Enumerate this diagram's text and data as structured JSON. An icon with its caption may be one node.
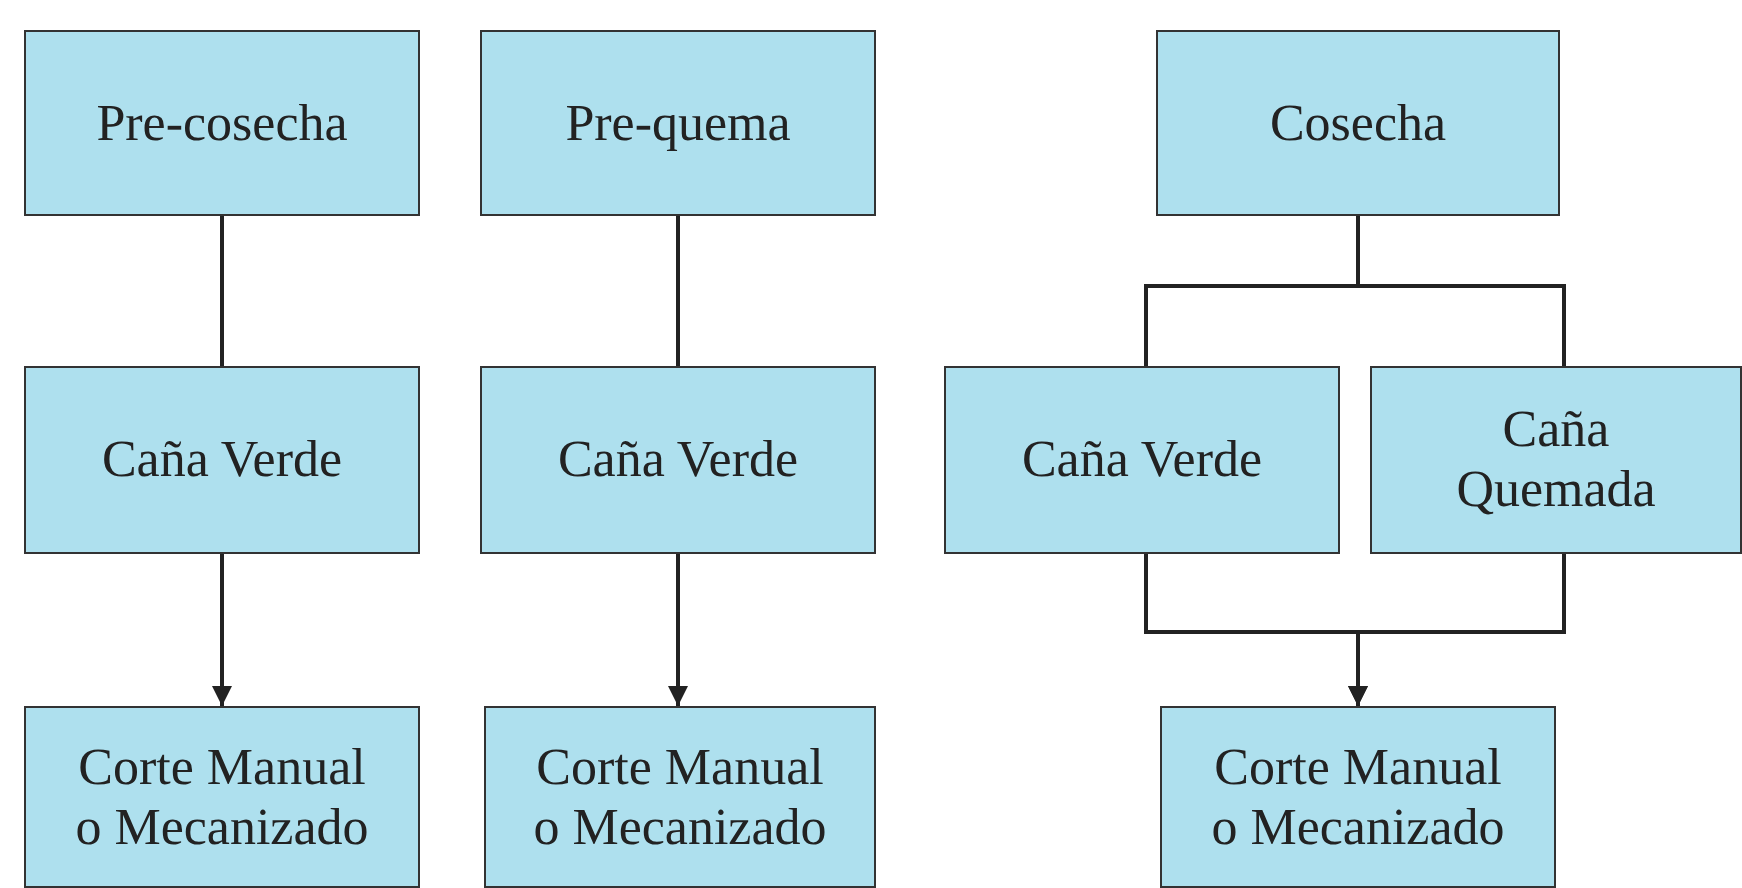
{
  "diagram": {
    "nodes": [
      {
        "text": [
          "Pre-cosecha"
        ]
      },
      {
        "text": [
          "Pre-quema"
        ]
      },
      {
        "text": [
          "Cosecha"
        ]
      },
      {
        "text": [
          "Caña Verde"
        ]
      },
      {
        "text": [
          "Caña Verde"
        ]
      },
      {
        "text": [
          "Caña Verde"
        ]
      },
      {
        "text": [
          "Caña Quemada"
        ]
      },
      {
        "text": [
          "Corte Manual o Mecanizado"
        ]
      },
      {
        "text": [
          "Corte Manual o Mecanizado"
        ]
      },
      {
        "text": [
          "Corte Manual o Mecanizado"
        ]
      }
    ],
    "edges": [
      {
        "from": 0,
        "to": 3,
        "arrow": "none"
      },
      {
        "from": 1,
        "to": 4,
        "arrow": "none"
      },
      {
        "from": 2,
        "to": 5,
        "arrow": "none"
      },
      {
        "from": 2,
        "to": 6,
        "arrow": "none"
      },
      {
        "from": 3,
        "to": 7,
        "arrow": "to"
      },
      {
        "from": 4,
        "to": 8,
        "arrow": "to"
      },
      {
        "from": 5,
        "to": 9,
        "arrow": "to"
      },
      {
        "from": 6,
        "to": 9,
        "arrow": "to"
      }
    ]
  }
}
